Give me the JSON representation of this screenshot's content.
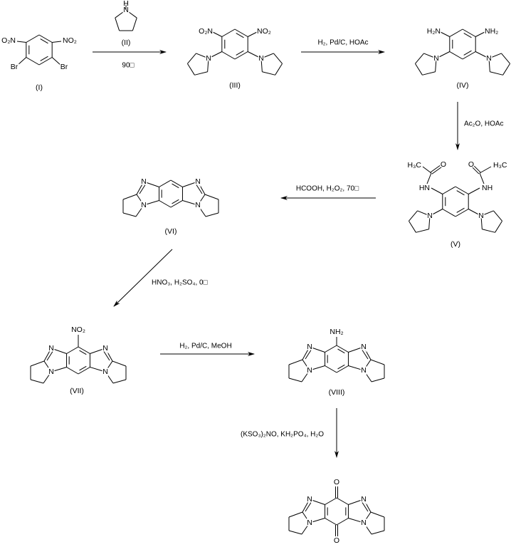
{
  "compounds": {
    "I": {
      "name": "(I)",
      "sub_ul": "O₂N",
      "sub_ur": "NO₂",
      "sub_ll": "Br",
      "sub_lr": "Br"
    },
    "II": {
      "name": "(II)",
      "N": "N",
      "H": "H"
    },
    "III": {
      "name": "(III)",
      "sub_ul": "O₂N",
      "sub_ur": "NO₂",
      "N": "N"
    },
    "IV": {
      "name": "(IV)",
      "sub_ul": "H₂N",
      "sub_ur": "NH₂",
      "N": "N"
    },
    "V": {
      "name": "(V)",
      "NH_left": "HN",
      "NH_right": "NH",
      "O": "O",
      "CH3": "H₃C",
      "N": "N"
    },
    "VI": {
      "name": "(VI)",
      "N": "N"
    },
    "VII": {
      "name": "(VII)",
      "sub_top": "NO₂",
      "N": "N"
    },
    "VIII": {
      "name": "(VIII)",
      "sub_top": "NH₂",
      "N": "N"
    },
    "IX": {
      "O": "O",
      "N": "N"
    }
  },
  "steps": [
    {
      "above": "",
      "below": "90□"
    },
    {
      "above": "H₂, Pd/C, HOAc"
    },
    {
      "side": "Ac₂O, HOAc"
    },
    {
      "above": "HCOOH, H₂O₂, 70□"
    },
    {
      "side": "HNO₃, H₂SO₄, 0□"
    },
    {
      "above": "H₂, Pd/C, MeOH"
    },
    {
      "side": "(KSO₃)₂NO, KH₂PO₄, H₂O"
    }
  ]
}
